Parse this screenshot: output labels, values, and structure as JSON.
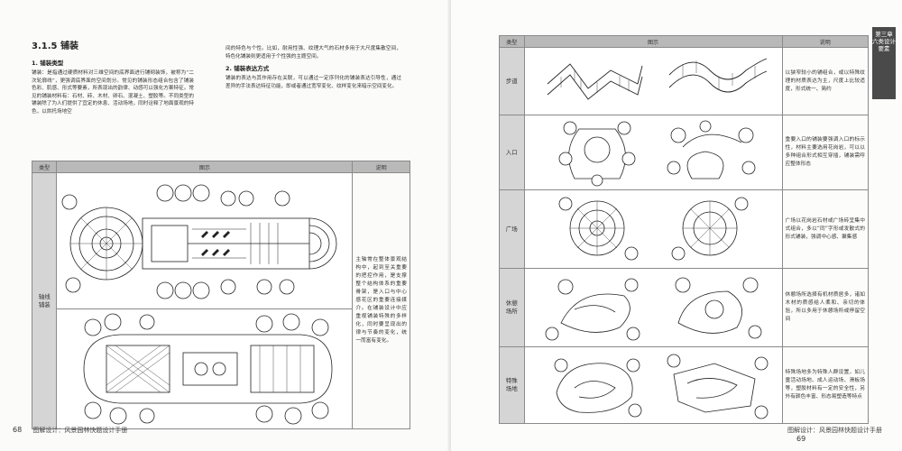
{
  "left_page": {
    "section_title": "3.1.5 铺装",
    "sub1_title": "1. 铺装类型",
    "sub1_body": "铺装：是指通过硬质材料对三维空间的底界面进行铺砌装饰，被称为“二次轮廓线”，更强调底界面的空间划分。常见的铺装形态组合包含了铺装色彩、肌感、形式等要素，所表现出的韵律、动感可以强化方案特征。常见的铺装材料有：石材、砖、木材、卵石、混凝土、塑胶等。不同类型的铺装除了为人们提供了宜定的休息、活动场地，同时诠释了地面景观的特色，以烘托场地空",
    "col2_body": "间的特色与个性。比如，耐用性强、纹理大气的石材多用于大尺度集散空间，特色化铺装则更适用于个性强的主题空间。",
    "sub2_title": "2. 铺装表达方式",
    "sub2_body": "铺装的表达与其作用存在关联，可以通过一定序列化的铺装表达引导性，通过差异的手法表达特征功能，即或者通过宽窄变化、纹样变化来暗示空间变化。",
    "table": {
      "headers": [
        "类型",
        "图示",
        "说明"
      ],
      "row_type": "轴线\n铺装",
      "row_desc": "主轴常在整体景观结构中，起到至关重要的把控作用，是支撑整个结构体系的重要骨架，是入口与中心感花区的重要连接媒介。在铺装设计中应重视铺装特殊的多样化，同时要呈现出的律与节奏的变化，统一而富有变化。"
    },
    "footer_num": "68",
    "footer_text": "图解设计：风景园林快题设计手册"
  },
  "right_page": {
    "table": {
      "headers": [
        "类型",
        "图示",
        "说明"
      ],
      "rows": [
        {
          "type": "步道",
          "desc": "以狭窄较小的铺组合，或以特殊纹理的材质表达为主，尺度上比较适度，形式统一、简约"
        },
        {
          "type": "入口",
          "desc": "重要入口的铺装要强调入口的标示性，材料主要选用花岗岩，可以以多种组合形式相互穿插，铺装需呼应整体形态"
        },
        {
          "type": "广场",
          "desc": "广场以花岗岩石材或广场砖呈集中式组合，多以“同”字形或发散式的形式铺装，强调中心感、聚集感"
        },
        {
          "type": "休憩\n场所",
          "desc": "休憩场所选择有机材质居多，诸如木材的质感给人柔和、亲切的体验，所以多用于休憩场所或停留空间"
        },
        {
          "type": "特殊\n场地",
          "desc": "特殊场地多为特殊人群设置，如儿童活动场地、成人运动场、滑板场等，塑胶材料有一定的安全性，另外有颜色丰富、形态易塑造等特点"
        }
      ]
    },
    "tab_text": "第三章 六类设计要素",
    "footer_num": "69",
    "footer_text": "图解设计：风景园林快题设计手册"
  }
}
